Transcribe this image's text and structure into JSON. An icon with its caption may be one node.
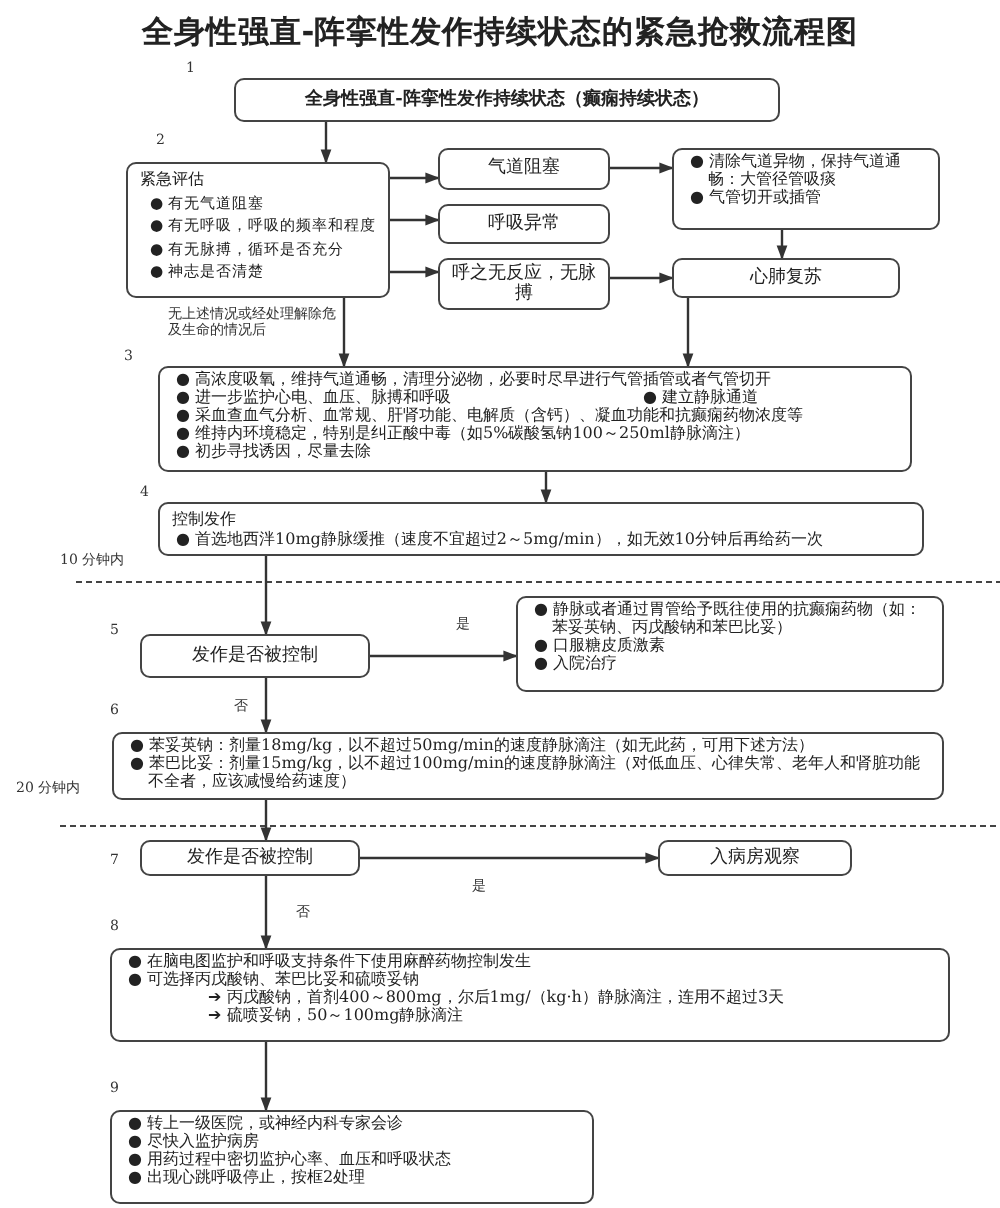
{
  "diagram": {
    "title": "全身性强直-阵挛性发作持续状态的紧急抢救流程图",
    "nodes": [
      {
        "text": [
          "全身性强直-阵挛性发作持续状态（癫痫持续状态）"
        ]
      },
      {
        "text": [
          "紧急评估",
          "● 有无气道阻塞",
          "● 有无呼吸，呼吸的频率和程度",
          "● 有无脉搏，循环是否充分",
          "● 神志是否清楚"
        ]
      },
      {
        "text": [
          "气道阻塞"
        ]
      },
      {
        "text": [
          "呼吸异常"
        ]
      },
      {
        "text": [
          "呼之无反应，无脉搏"
        ]
      },
      {
        "text": [
          "● 清除气道异物，保持气道通畅：大管径管吸痰",
          "● 气管切开或插管"
        ]
      },
      {
        "text": [
          "心肺复苏"
        ]
      },
      {
        "text": [
          "● 高浓度吸氧，维持气道通畅，清理分泌物，必要时尽早进行气管插管或者气管切开",
          "● 进一步监护心电、血压、脉搏和呼吸",
          "● 建立静脉通道",
          "● 采血查血气分析、血常规、肝肾功能、电解质（含钙）、凝血功能和抗癫痫药物浓度等",
          "● 维持内环境稳定，特别是纠正酸中毒（如5%碳酸氢钠100～250ml静脉滴注）",
          "● 初步寻找诱因，尽量去除"
        ]
      },
      {
        "text": [
          "控制发作",
          "● 首选地西泮10mg静脉缓推（速度不宜超过2～5mg/min），如无效10分钟后再给药一次"
        ]
      },
      {
        "text": [
          "发作是否被控制"
        ]
      },
      {
        "text": [
          "● 静脉或者通过胃管给予既往使用的抗癫痫药物（如：苯妥英钠、丙戊酸钠和苯巴比妥）",
          "● 口服糖皮质激素",
          "● 入院治疗"
        ]
      },
      {
        "text": [
          "● 苯妥英钠：剂量18mg/kg，以不超过50mg/min的速度静脉滴注（如无此药，可用下述方法）",
          "● 苯巴比妥：剂量15mg/kg，以不超过100mg/min的速度静脉滴注（对低血压、心律失常、老年人和肾脏功能不全者，应该减慢给药速度）"
        ]
      },
      {
        "text": [
          "发作是否被控制"
        ]
      },
      {
        "text": [
          "入病房观察"
        ]
      },
      {
        "text": [
          "● 在脑电图监护和呼吸支持条件下使用麻醉药物控制发生",
          "● 可选择丙戊酸钠、苯巴比妥和硫喷妥钠",
          "➔ 丙戊酸钠，首剂400～800mg，尔后1mg/（kg·h）静脉滴注，连用不超过3天",
          "➔ 硫喷妥钠，50～100mg静脉滴注"
        ]
      },
      {
        "text": [
          "● 转上一级医院，或神经内科专家会诊",
          "● 尽快入监护病房",
          "● 用药过程中密切监护心率、血压和呼吸状态",
          "● 出现心跳呼吸停止，按框2处理"
        ]
      }
    ],
    "edges": [
      {
        "from": 0,
        "to": 1,
        "arrow": "to"
      },
      {
        "from": 1,
        "to": 2,
        "arrow": "to"
      },
      {
        "from": 1,
        "to": 3,
        "arrow": "to"
      },
      {
        "from": 1,
        "to": 4,
        "arrow": "to"
      },
      {
        "from": 2,
        "to": 5,
        "arrow": "to"
      },
      {
        "from": 4,
        "to": 6,
        "arrow": "to"
      },
      {
        "from": 5,
        "to": 6,
        "arrow": "to"
      },
      {
        "from": 1,
        "to": 7,
        "arrow": "to",
        "label": "无上述情况或经处理解除危及生命的情况后"
      },
      {
        "from": 6,
        "to": 7,
        "arrow": "to"
      },
      {
        "from": 7,
        "to": 8,
        "arrow": "to"
      },
      {
        "from": 8,
        "to": 9,
        "arrow": "to"
      },
      {
        "from": 9,
        "to": 10,
        "arrow": "to",
        "label": "是"
      },
      {
        "from": 9,
        "to": 11,
        "arrow": "to",
        "label": "否"
      },
      {
        "from": 11,
        "to": 12,
        "arrow": "to"
      },
      {
        "from": 12,
        "to": 13,
        "arrow": "to",
        "label": "是"
      },
      {
        "from": 12,
        "to": 14,
        "arrow": "to",
        "label": "否"
      },
      {
        "from": 14,
        "to": 15,
        "arrow": "to"
      }
    ],
    "labels": [
      "1",
      "2",
      "3",
      "4",
      "10 分钟内",
      "5",
      "6",
      "20 分钟内",
      "7",
      "8",
      "9"
    ]
  }
}
